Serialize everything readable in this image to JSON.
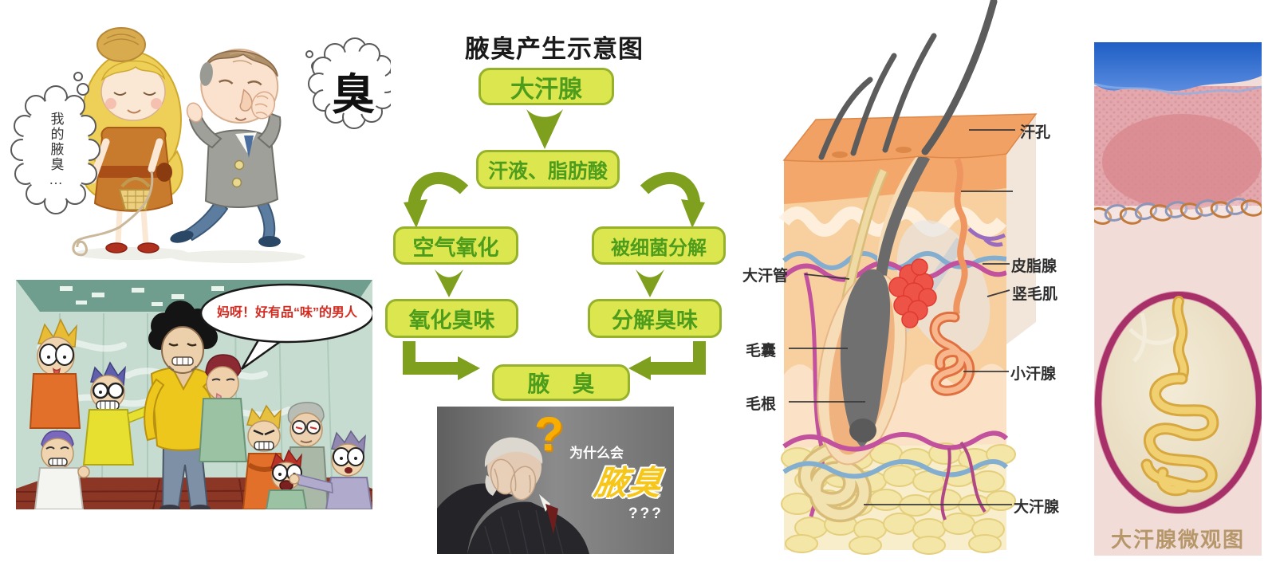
{
  "page": {
    "background": "#ffffff"
  },
  "couple_cartoon": {
    "thought_text": "我的腋臭…",
    "smell_char": "臭"
  },
  "crowd_comic": {
    "speech_text": "妈呀！好有品“味”的男人"
  },
  "flowchart": {
    "title": "腋臭产生示意图",
    "nodes": [
      {
        "label": "大汗腺"
      },
      {
        "label": "汗液、脂肪酸"
      },
      {
        "label": "空气氧化"
      },
      {
        "label": "被细菌分解"
      },
      {
        "label": "氧化臭味"
      },
      {
        "label": "分解臭味"
      },
      {
        "label": "腋　臭"
      }
    ],
    "colors": {
      "box_fill": "#dce74f",
      "box_border": "#96b22c",
      "box_text": "#4e9c1c",
      "arrow": "#7fa01e"
    }
  },
  "question_photo": {
    "question_mark": "?",
    "line1": "为什么会",
    "line2": "腋臭",
    "line3": "???"
  },
  "anatomy": {
    "labels_left": [
      {
        "text": "大汗管"
      },
      {
        "text": "毛囊"
      },
      {
        "text": "毛根"
      }
    ],
    "labels_right": [
      {
        "text": "汗孔"
      },
      {
        "text": "皮脂腺"
      },
      {
        "text": "竖毛肌"
      },
      {
        "text": "小汗腺"
      },
      {
        "text": "大汗腺"
      }
    ]
  },
  "micro_view": {
    "caption": "大汗腺微观图"
  }
}
